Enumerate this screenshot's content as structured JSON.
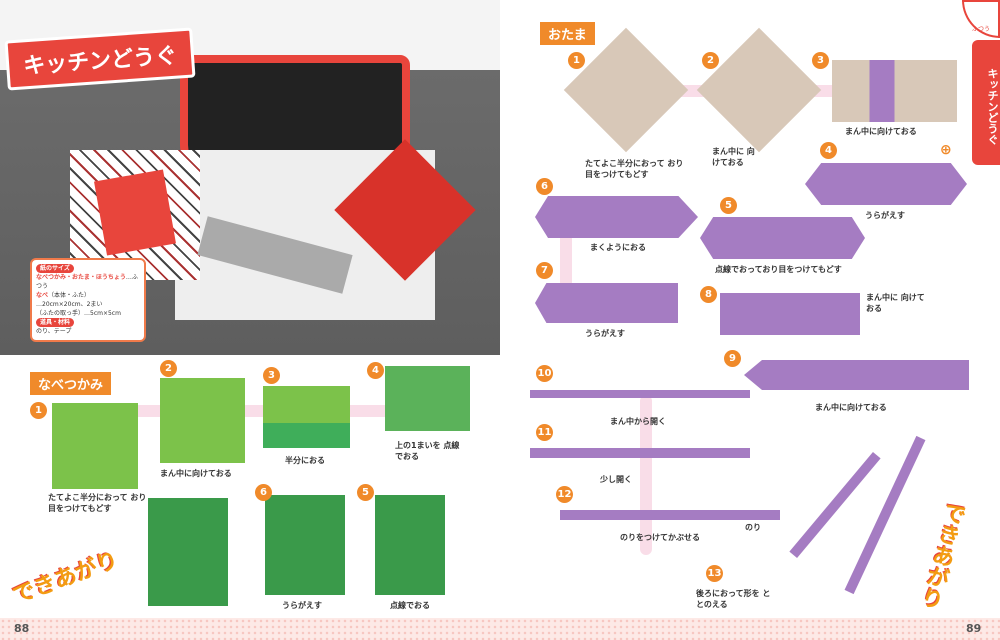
{
  "title": "キッチンどうぐ",
  "materials": {
    "paper_size_label": "紙のサイズ",
    "line1_items": "なべつかみ・おたま・ほうちょう",
    "line1_size": "…ふつう",
    "line2_item": "なべ",
    "line2_note": "（本体・ふた）",
    "line3": "…20cm×20cm、2まい",
    "line4": "（ふたの取っ手）…5cm×5cm",
    "tools_label": "道具・材料",
    "tools": "のり、テープ"
  },
  "nabetsukami": {
    "heading": "なべつかみ",
    "steps": [
      {
        "n": "1",
        "text": "たてよこ半分におって おり目をつけてもどす"
      },
      {
        "n": "2",
        "text": "まん中に向けておる"
      },
      {
        "n": "3",
        "text": "半分におる"
      },
      {
        "n": "4",
        "text": "上の1まいを 点線でおる"
      },
      {
        "n": "5",
        "text": "点線でおる"
      },
      {
        "n": "6",
        "text": "うらがえす"
      }
    ],
    "done": "できあがり"
  },
  "otama": {
    "heading": "おたま",
    "steps": [
      {
        "n": "1",
        "text": "たてよこ半分におって おり目をつけてもどす"
      },
      {
        "n": "2",
        "text": "まん中に 向けておる"
      },
      {
        "n": "3",
        "text": "まん中に向けておる"
      },
      {
        "n": "4",
        "text": "うらがえす"
      },
      {
        "n": "5",
        "text": "点線でおっており目をつけてもどす"
      },
      {
        "n": "6",
        "text": "まくようにおる"
      },
      {
        "n": "7",
        "text": "うらがえす"
      },
      {
        "n": "8",
        "text": "まん中に 向けておる"
      },
      {
        "n": "9",
        "text": "まん中に向けておる"
      },
      {
        "n": "10",
        "text": "まん中から開く"
      },
      {
        "n": "11",
        "text": "少し開く"
      },
      {
        "n": "12",
        "text": "のりをつけてかぶせる"
      },
      {
        "n": "13",
        "text": "後ろにおって形を ととのえる"
      }
    ],
    "glue": "のり",
    "done": "できあがり"
  },
  "side_tab": "キッチンどうぐ",
  "level": "ふつう",
  "pages": {
    "left": "88",
    "right": "89"
  }
}
